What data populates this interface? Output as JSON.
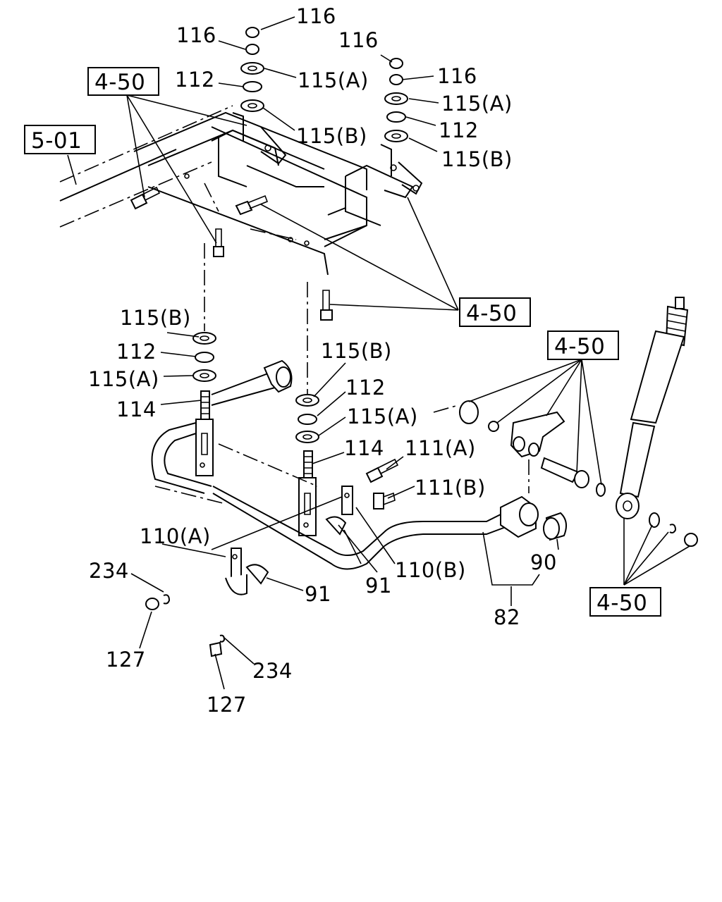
{
  "callouts": {
    "c116_1": "116",
    "c116_2": "116",
    "c112_1": "112",
    "c115a_1": "115(A)",
    "c115b_1": "115(B)",
    "c116_3": "116",
    "c116_4": "116",
    "c115a_2": "115(A)",
    "c112_2": "112",
    "c115b_2": "115(B)",
    "c115b_3": "115(B)",
    "c112_3": "112",
    "c115a_3": "115(A)",
    "c114_1": "114",
    "c115b_4": "115(B)",
    "c112_4": "112",
    "c115a_4": "115(A)",
    "c114_2": "114",
    "c111a": "111(A)",
    "c111b": "111(B)",
    "c110a": "110(A)",
    "c110b": "110(B)",
    "c234_1": "234",
    "c91_1": "91",
    "c91_2": "91",
    "c90": "90",
    "c82": "82",
    "c127_1": "127",
    "c234_2": "234",
    "c127_2": "127"
  },
  "references": {
    "ref_top": "4-50",
    "ref_frame": "5-01",
    "ref_mid": "4-50",
    "ref_right": "4-50",
    "ref_bottom": "4-50"
  }
}
